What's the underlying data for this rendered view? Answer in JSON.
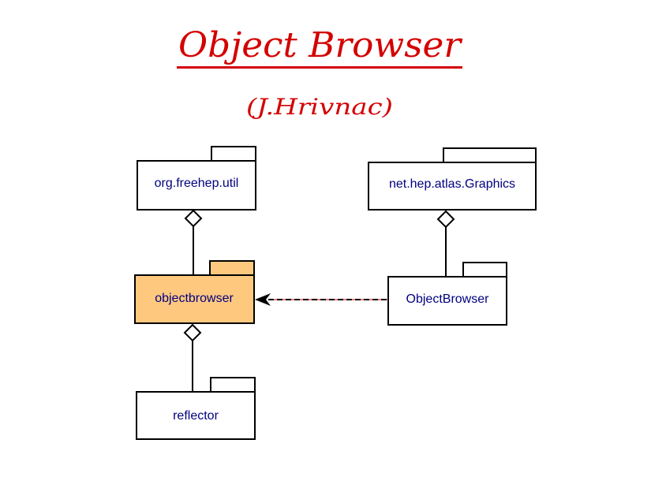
{
  "title": "Object Browser",
  "author": "(J.Hrivnac)",
  "colors": {
    "title": "#d40000",
    "label": "#000080",
    "highlight_fill": "#ffc87f",
    "stroke": "#000000",
    "dependency_accent": "#d40000"
  },
  "packages": {
    "freehep": "org.freehep.util",
    "objectbrowser": "objectbrowser",
    "reflector": "reflector",
    "atlas_graphics": "net.hep.atlas.Graphics",
    "ObjectBrowser": "ObjectBrowser"
  },
  "relations": [
    {
      "type": "aggregation",
      "whole": "org.freehep.util",
      "part": "objectbrowser"
    },
    {
      "type": "aggregation",
      "whole": "objectbrowser",
      "part": "reflector"
    },
    {
      "type": "aggregation",
      "whole": "net.hep.atlas.Graphics",
      "part": "ObjectBrowser"
    },
    {
      "type": "dependency",
      "from": "ObjectBrowser",
      "to": "objectbrowser"
    }
  ]
}
